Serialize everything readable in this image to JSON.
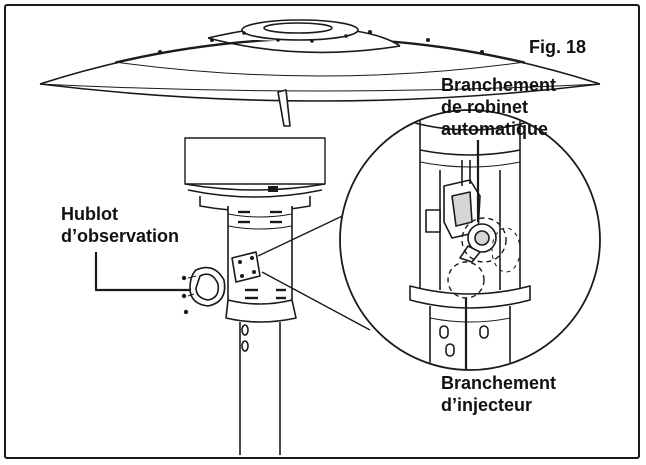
{
  "figure": {
    "title": "Fig. 18",
    "labels": {
      "hublot": [
        "Hublot",
        "d’observation"
      ],
      "robinet": [
        "Branchement",
        "de robinet",
        "automatique"
      ],
      "injecteur": [
        "Branchement",
        "d’injecteur"
      ]
    }
  },
  "colors": {
    "ink": "#1a1a1a",
    "paper": "#ffffff",
    "shade": "#d6d6d6"
  }
}
